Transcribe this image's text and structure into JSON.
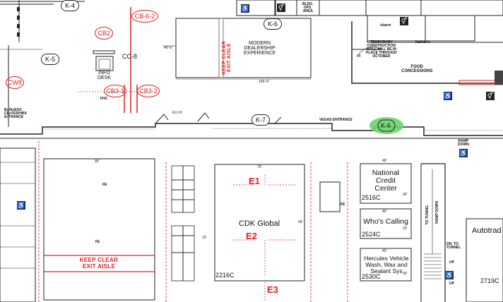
{
  "colors": {
    "line": "#222222",
    "red": "#e02020",
    "highlight": "#6ad36a"
  },
  "labels": {
    "k4": "K-4",
    "k5": "K-5",
    "k6_top": "K-6",
    "k6_right": "K-6",
    "k7": "K-7",
    "cb2": "CB2",
    "cb62": "CB-6-2",
    "cb31": "CB3-1",
    "cb32": "CB3-2",
    "cw8": "CW8",
    "cc8": "CC-8",
    "info_desk": "INFO\nDESK",
    "modern_dealership": "MODERN\nDEALERSHIP\nEXPERIENCE",
    "keep_clear_vert": "KEEP CLEAR\nEXIT AISLE",
    "keep_clear_horiz": "KEEP CLEAR\nEXIT AISLE",
    "dim_49_5": "49'-5\"",
    "dim_145_6": "145'-6\"",
    "bldg_ops": "BLDG.\nOPS.\nAREA",
    "sbarro": "sbarro",
    "nathans": "Nathan's",
    "temp_construction": "TEMPORARY\nCONSTRUCTION\nWALL WILL BE IN\nPLACE THROUGH\nOCTOBER",
    "dim_45": "45'",
    "food_concessions": "FOOD\nCONCESSIONS",
    "eu1": "EU #1",
    "ramp_down": "RAMP\nDOWN",
    "vegas_entrance": "VEGAS ENTRANCE",
    "bus_entrance": "BuSinESS\nCEnTER/HBX\nEnTRANCE",
    "dim_90": "90'",
    "dim_75": "75'",
    "dim_95": "95'",
    "dim_15": "15'",
    "cdk_global": "CDK Global",
    "booth_2216c": "2216C",
    "e1": "E1",
    "e2": "E2",
    "e3": "E3",
    "national_credit": "National\nCredit\nCenter",
    "booth_2516c": "2516C",
    "whos_calling": "Who's Calling",
    "booth_2524c": "2524C",
    "hercules": "Hercules Vehicle\nWash, Wax and\nSealant Sys",
    "booth_2530c": "2530C",
    "dim_40a": "40'",
    "dim_30a": "30'",
    "dim_40b": "40'",
    "dim_20": "20'",
    "dim_40c": "40'",
    "dim_30b": "30'",
    "to_tunnel": "TO TUNNEL",
    "ramp_down_v": "RAMP DOWN",
    "dn_to_tunnel": "DN. TO\nTUNNEL",
    "up1": "UP",
    "up2": "UP",
    "autotrad": "Autotrad",
    "booth_2719c": "2719C",
    "fe": "FE",
    "fhc": "FHC"
  }
}
